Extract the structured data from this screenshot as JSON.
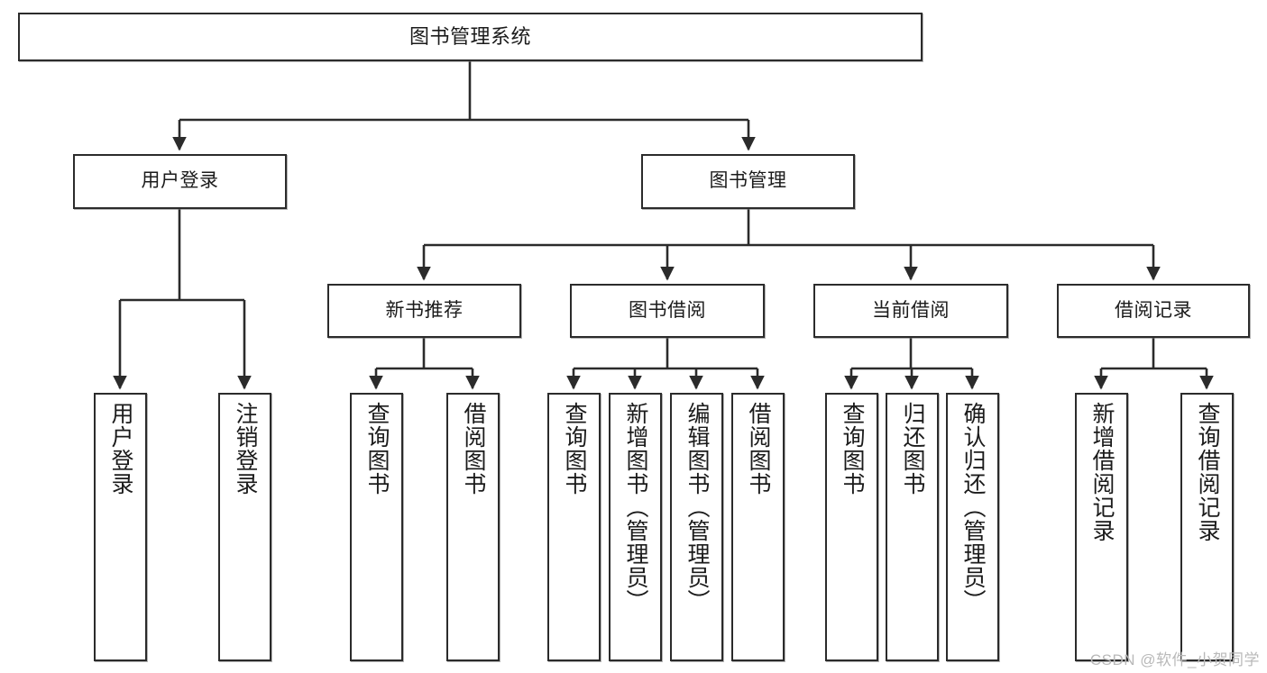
{
  "diagram": {
    "title": "图书管理系统",
    "type": "tree",
    "watermark": "CSDN @软件_小贺同学",
    "stroke_color": "#2b2b2b",
    "fill_color": "#ffffff",
    "text_color": "#1b1b1b",
    "watermark_color": "#b9b9b9"
  },
  "nodes": {
    "root": {
      "label": "图书管理系统"
    },
    "level2": [
      {
        "label": "用户登录"
      },
      {
        "label": "图书管理"
      }
    ],
    "level3": [
      {
        "label": "新书推荐"
      },
      {
        "label": "图书借阅"
      },
      {
        "label": "当前借阅"
      },
      {
        "label": "借阅记录"
      }
    ],
    "leaves_user_login": [
      {
        "label": "用户登录"
      },
      {
        "label": "注销登录"
      }
    ],
    "leaves_new_books": [
      {
        "label": "查询图书"
      },
      {
        "label": "借阅图书"
      }
    ],
    "leaves_borrow": [
      {
        "label": "查询图书"
      },
      {
        "label": "新增图书（管理员）"
      },
      {
        "label": "编辑图书（管理员）"
      },
      {
        "label": "借阅图书"
      }
    ],
    "leaves_current": [
      {
        "label": "查询图书"
      },
      {
        "label": "归还图书"
      },
      {
        "label": "确认归还（管理员）"
      }
    ],
    "leaves_records": [
      {
        "label": "新增借阅记录"
      },
      {
        "label": "查询借阅记录"
      }
    ]
  }
}
